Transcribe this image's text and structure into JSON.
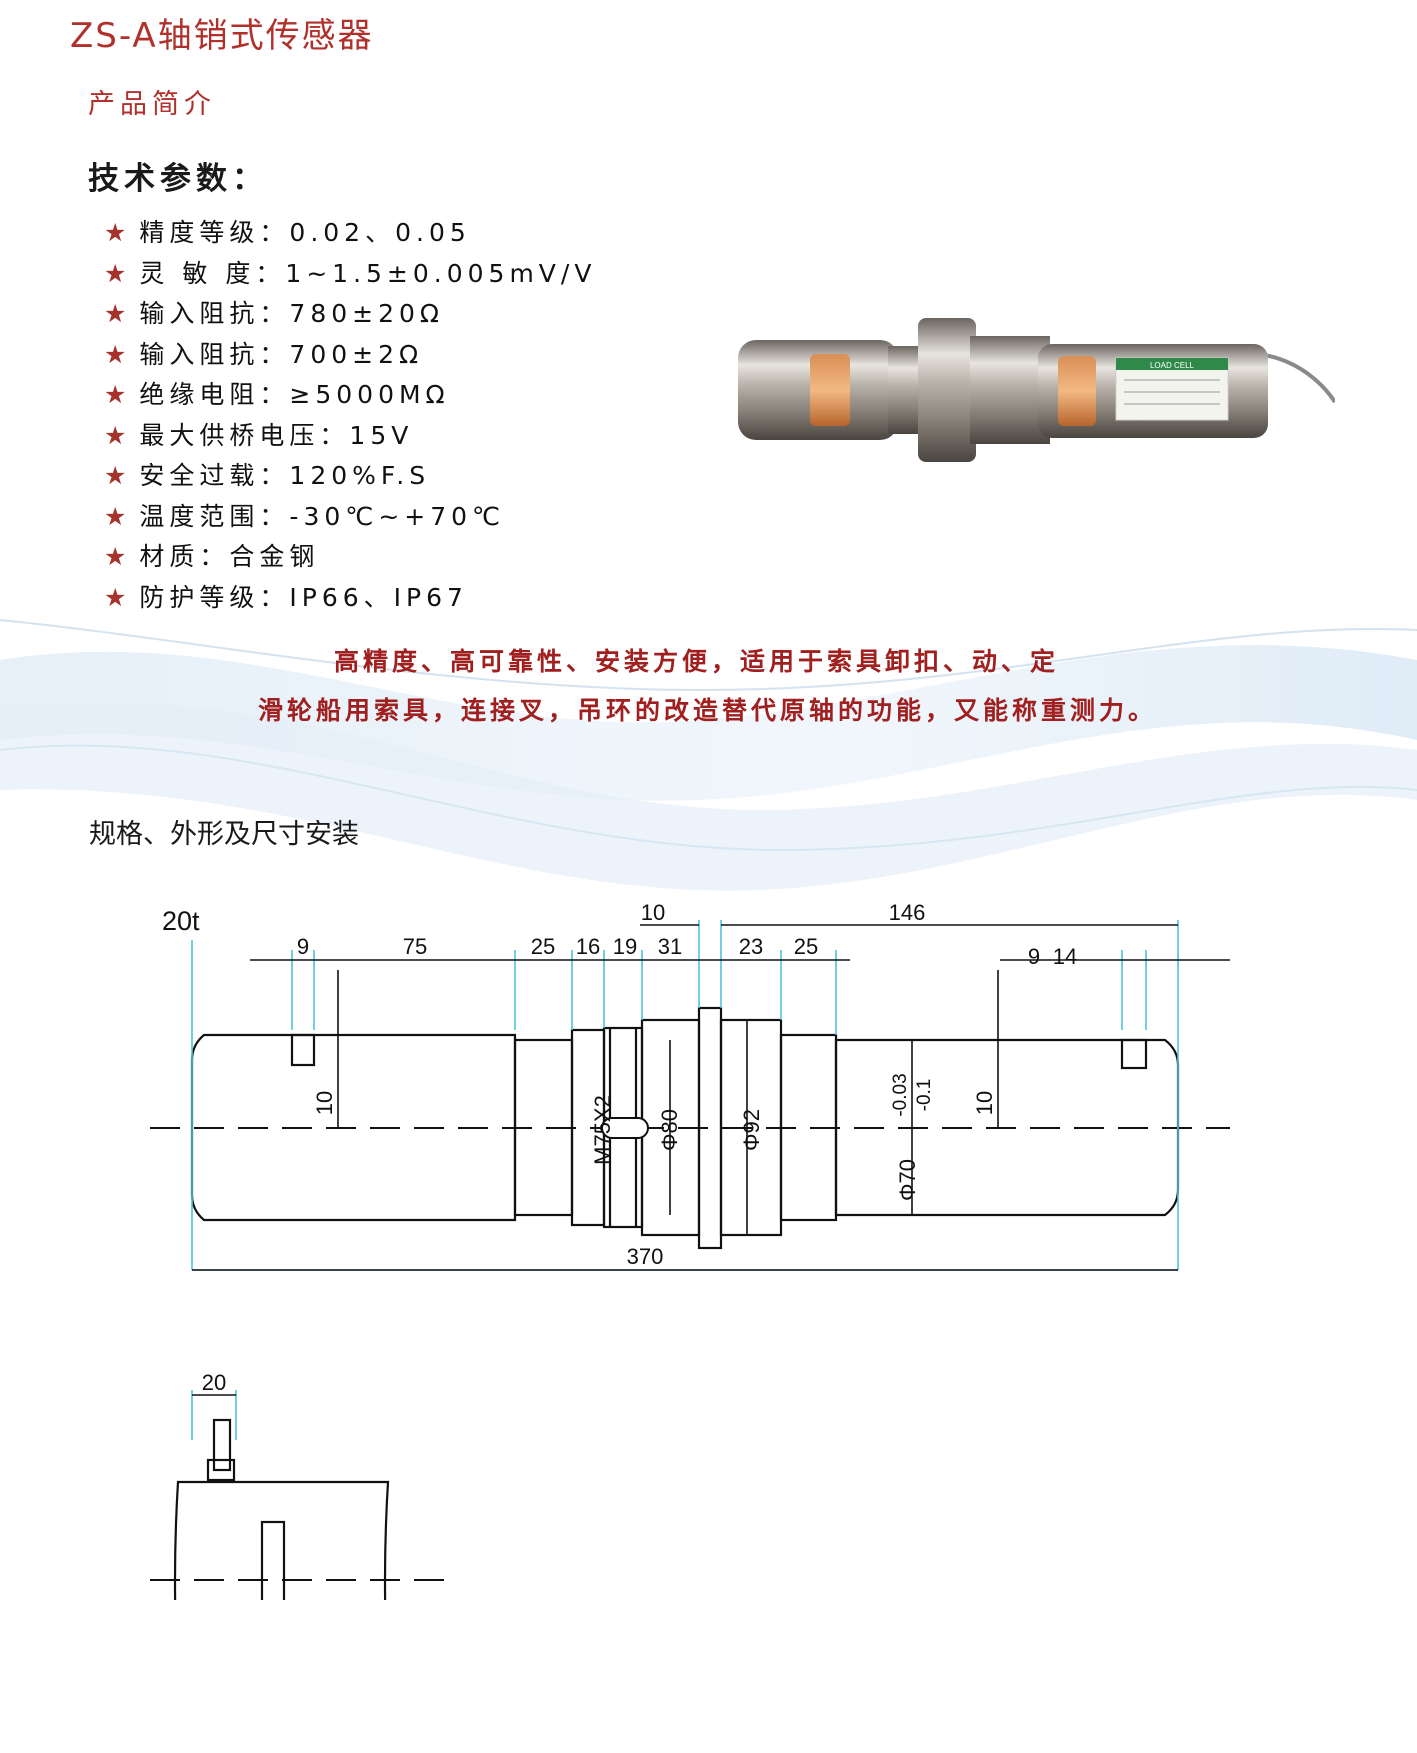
{
  "title": "ZS-A轴销式传感器",
  "intro_label": "产品简介",
  "spec_heading": "技术参数：",
  "specs": [
    "精度等级：0.02、0.05",
    "灵 敏 度：1~1.5±0.005mV/V",
    "输入阻抗：780±20Ω",
    "输入阻抗：700±2Ω",
    "绝缘电阻：≥5000MΩ",
    "最大供桥电压：15V",
    "安全过载：120%F.S",
    "温度范围：-30℃~+70℃",
    "材质：合金钢",
    "防护等级：IP66、IP67"
  ],
  "star": "★",
  "slogan": {
    "line1": "高精度、高可靠性、安装方便，适用于索具卸扣、动、定",
    "line2": "滑轮船用索具，连接叉，吊环的改造替代原轴的功能，又能称重测力。"
  },
  "dims_heading": "规格、外形及尺寸安装",
  "photo": {
    "label_text": "LOAD CELL"
  },
  "drawing": {
    "model": "20t",
    "dims_top_row": [
      "9",
      "75",
      "25",
      "16",
      "19",
      "31",
      "23",
      "25",
      "9",
      "14"
    ],
    "dim_upper_left": "10",
    "dim_upper_right": "146",
    "side_dim_left": "10",
    "side_dim_right": "10",
    "thread": "M75X2",
    "dia_80": "Φ80",
    "dia_92": "Φ92",
    "dia_70": "Φ70",
    "tol_upper": "-0.03",
    "tol_lower": "-0.1",
    "total_length": "370",
    "cable_offset": "20"
  },
  "colors": {
    "title": "#b0312b",
    "star": "#a5332c",
    "slogan": "#a02020",
    "dimension_line": "#4fc3d9",
    "wave": "#cfe4f4"
  }
}
